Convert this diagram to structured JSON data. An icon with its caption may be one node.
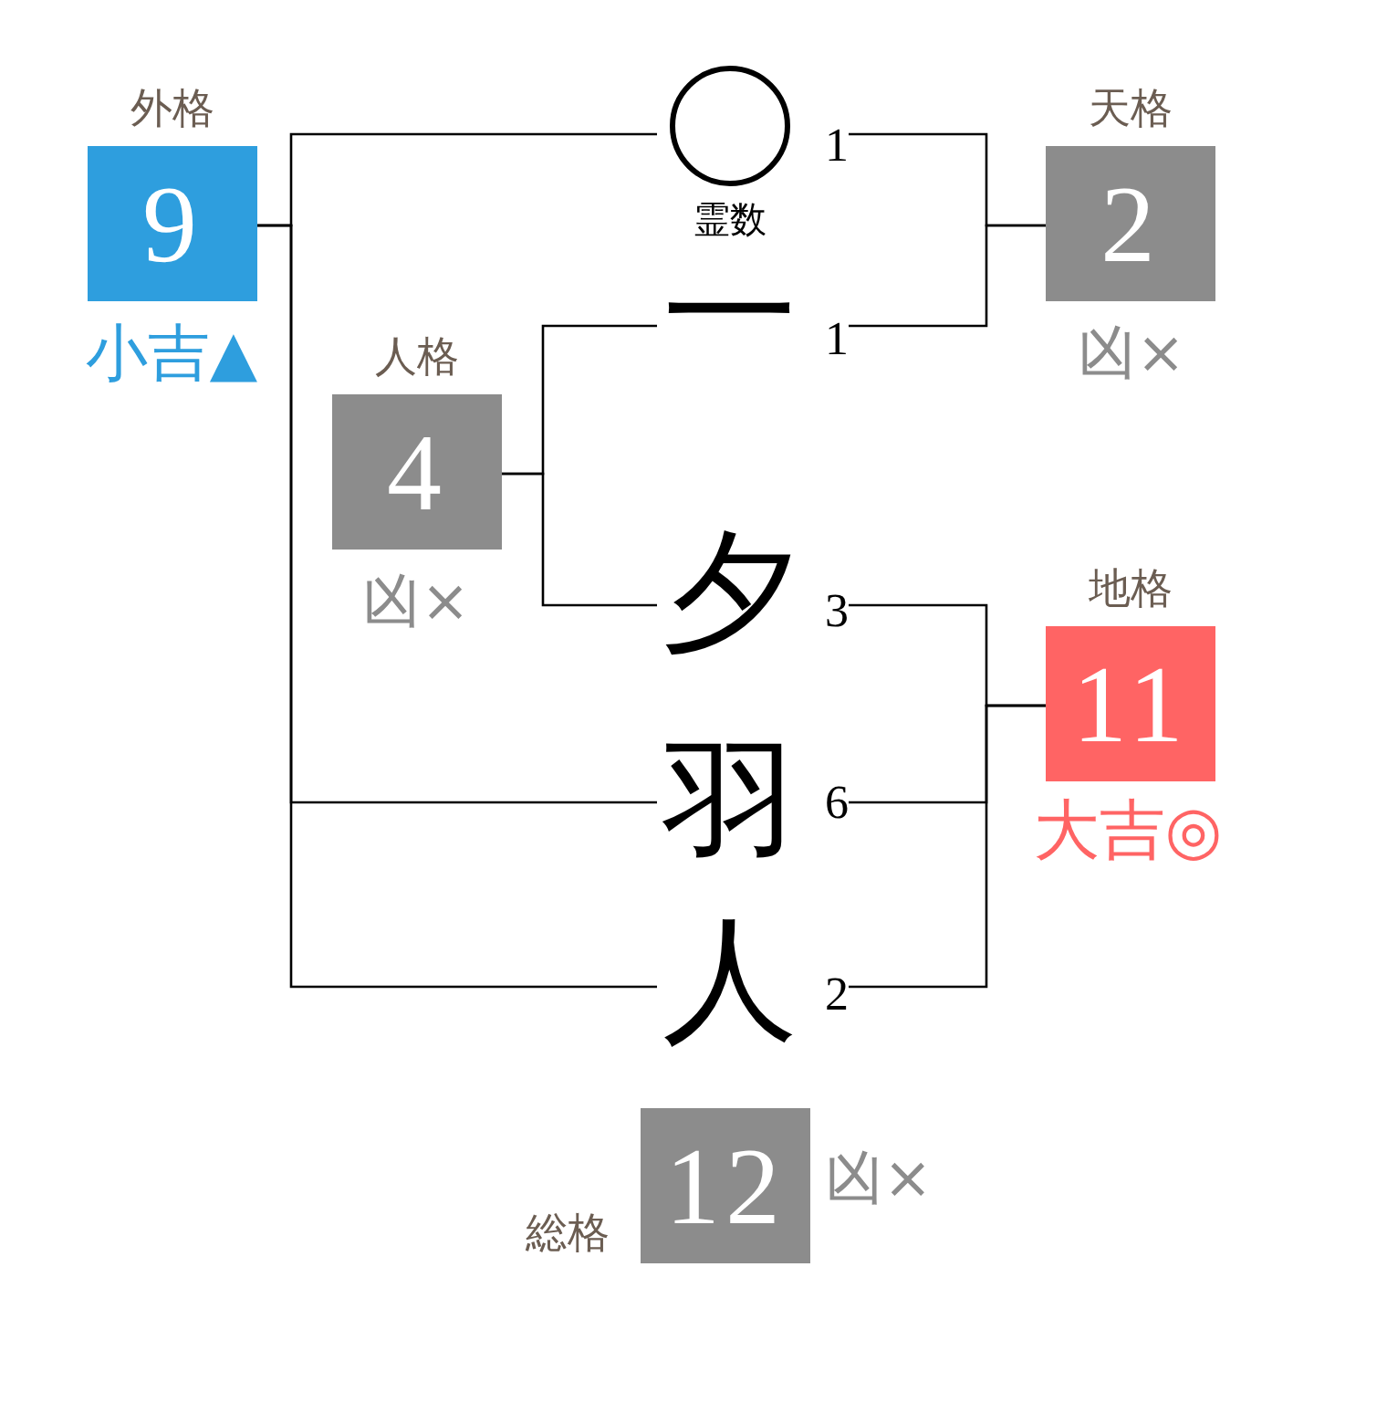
{
  "diagram": {
    "nodes": [
      {
        "text": [
          "外格",
          "9"
        ],
        "beside": [
          "小吉▲"
        ]
      },
      {
        "text": [
          "霊数"
        ],
        "beside": [
          "1"
        ]
      },
      {
        "text": [
          "天格",
          "2"
        ],
        "beside": [
          "凶×"
        ]
      },
      {
        "text": [
          "一"
        ],
        "beside": [
          "1"
        ]
      },
      {
        "text": [
          "人格",
          "4"
        ],
        "beside": [
          "凶×"
        ]
      },
      {
        "text": [
          "夕"
        ],
        "beside": [
          "3"
        ]
      },
      {
        "text": [
          "地格",
          "11"
        ],
        "beside": [
          "大吉◎"
        ]
      },
      {
        "text": [
          "羽"
        ],
        "beside": [
          "6"
        ]
      },
      {
        "text": [
          "人"
        ],
        "beside": [
          "2"
        ]
      },
      {
        "text": [
          "総格",
          "12"
        ],
        "beside": [
          "凶×"
        ]
      }
    ],
    "edges": [
      {
        "from": 1,
        "to": 0,
        "arrow": "none"
      },
      {
        "from": 7,
        "to": 0,
        "arrow": "none"
      },
      {
        "from": 8,
        "to": 0,
        "arrow": "none"
      },
      {
        "from": 3,
        "to": 4,
        "arrow": "none"
      },
      {
        "from": 5,
        "to": 4,
        "arrow": "none"
      },
      {
        "from": 1,
        "to": 2,
        "arrow": "none"
      },
      {
        "from": 3,
        "to": 2,
        "arrow": "none"
      },
      {
        "from": 5,
        "to": 6,
        "arrow": "none"
      },
      {
        "from": 7,
        "to": 6,
        "arrow": "none"
      },
      {
        "from": 8,
        "to": 6,
        "arrow": "none"
      }
    ]
  }
}
